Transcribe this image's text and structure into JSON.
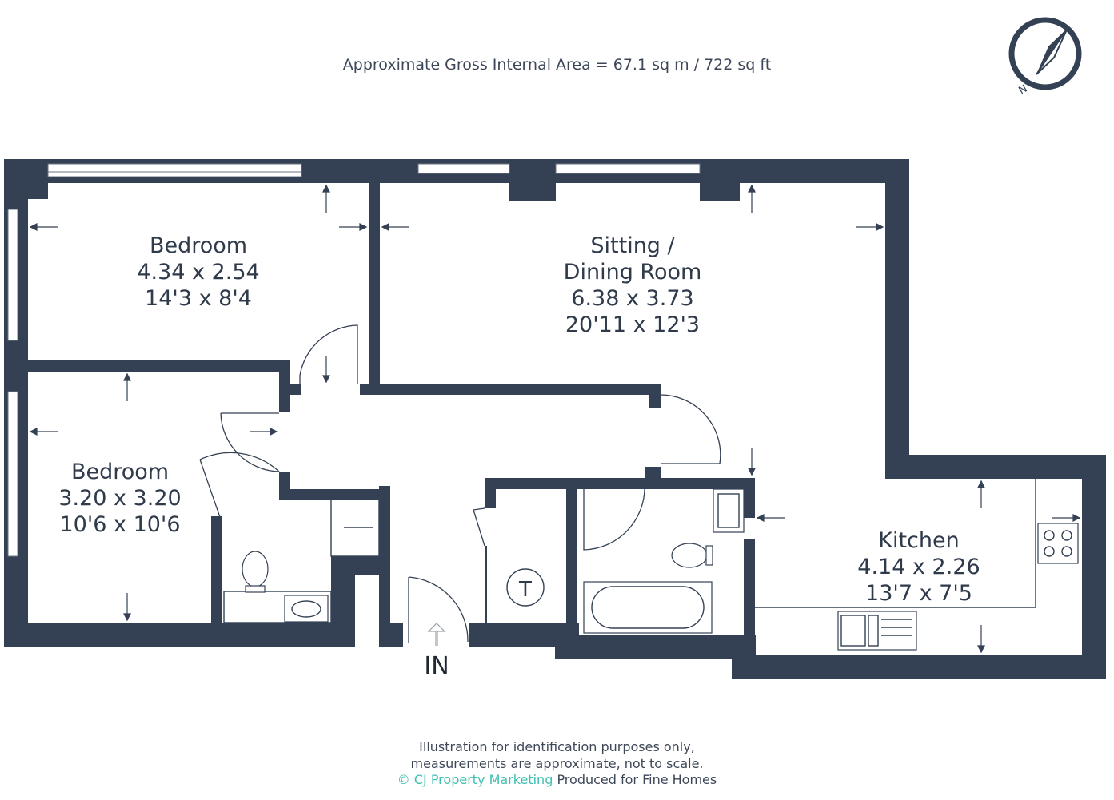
{
  "header": {
    "area_text": "Approximate Gross Internal Area = 67.1 sq m / 722 sq ft"
  },
  "compass": {
    "north_label": "N",
    "icon": "compass-icon"
  },
  "rooms": [
    {
      "name": "Bedroom",
      "metric": "4.34 x 2.54",
      "imperial": "14'3 x 8'4"
    },
    {
      "name_line1": "Sitting /",
      "name_line2": "Dining Room",
      "metric": "6.38 x 3.73",
      "imperial": "20'11 x 12'3"
    },
    {
      "name": "Bedroom",
      "metric": "3.20 x 3.20",
      "imperial": "10'6 x 10'6"
    },
    {
      "name": "Kitchen",
      "metric": "4.14 x 2.26",
      "imperial": "13'7 x 7'5"
    }
  ],
  "entrance": {
    "label": "IN"
  },
  "cupboard": {
    "label": "T"
  },
  "footer": {
    "line1": "Illustration for identification purposes only,",
    "line2": "measurements are approximate, not to scale.",
    "copyright": "© CJ Property Marketing",
    "produced": "Produced for Fine Homes"
  },
  "colors": {
    "wall": "#344154",
    "accent": "#3fbfb0",
    "text": "#3d4757"
  }
}
